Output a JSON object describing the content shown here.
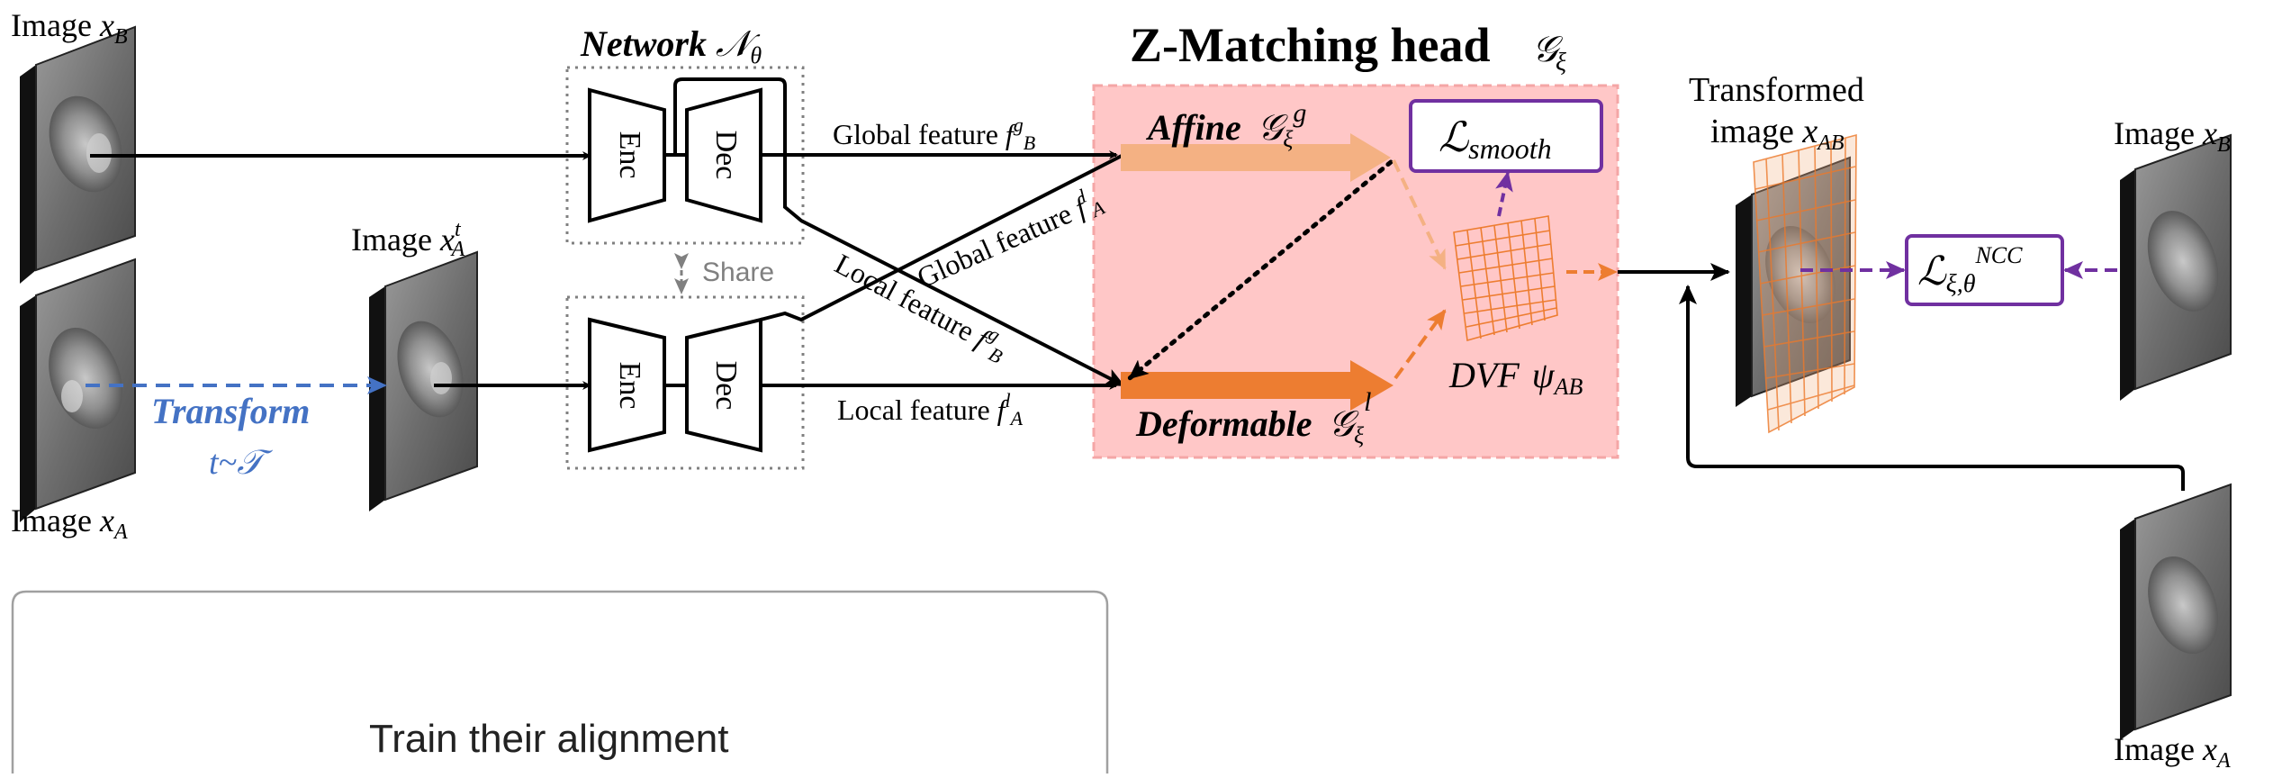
{
  "colors": {
    "black": "#000000",
    "blue": "#4472c4",
    "purple": "#7030a0",
    "orange": "#ed7d31",
    "light_orange": "#f4b183",
    "pink_panel": "#ffc7c7",
    "pink_border": "#f4a6a6",
    "gray": "#808080",
    "scan_bg": "#3a3a3a"
  },
  "images": {
    "image_xB_left": {
      "prefix": "Image ",
      "var": "x",
      "sub": "B"
    },
    "image_xA_left": {
      "prefix": "Image ",
      "var": "x",
      "sub": "A"
    },
    "image_xtA": {
      "prefix": "Image ",
      "var": "x",
      "sup": "t",
      "sub": "A"
    },
    "image_xB_right": {
      "prefix": "Image ",
      "var": "x",
      "sub": "B"
    },
    "image_xA_right": {
      "prefix": "Image ",
      "var": "x",
      "sub": "A"
    },
    "transformed": {
      "line1": "Transformed",
      "line2": "image ",
      "var": "x",
      "sub": "AB"
    }
  },
  "transform": {
    "label": "Transform",
    "dist": "t~𝒯"
  },
  "network": {
    "title": "Network",
    "symbol": "𝒩",
    "sub": "θ",
    "enc": "Enc",
    "dec": "Dec",
    "share": "Share"
  },
  "features": {
    "global_B": {
      "text": "Global feature ",
      "sym": "f",
      "sup": "g",
      "sub": "B"
    },
    "local_A": {
      "text": "Local feature ",
      "sym": "f",
      "sup": "l",
      "sub": "A"
    },
    "global_A": {
      "text": "Global feature ",
      "sym": "f",
      "sup": "l",
      "sub": "A"
    },
    "local_B": {
      "text": "Local feature ",
      "sym": "f",
      "sup": "g",
      "sub": "B"
    }
  },
  "head": {
    "title": "Z-Matching head",
    "symbol": "𝒢",
    "sub": "ξ",
    "affine": "Affine",
    "affine_sup": "g",
    "deformable": "Deformable",
    "deformable_sup": "l",
    "dvf": "DVF",
    "psi": "ψ",
    "psi_sub": "AB"
  },
  "losses": {
    "smooth_symbol": "ℒ",
    "smooth_sub": "smooth",
    "ncc_symbol": "ℒ",
    "ncc_sub": "ξ,θ",
    "ncc_sup": "NCC"
  },
  "bottom_box": {
    "text": "Train their alignment"
  }
}
